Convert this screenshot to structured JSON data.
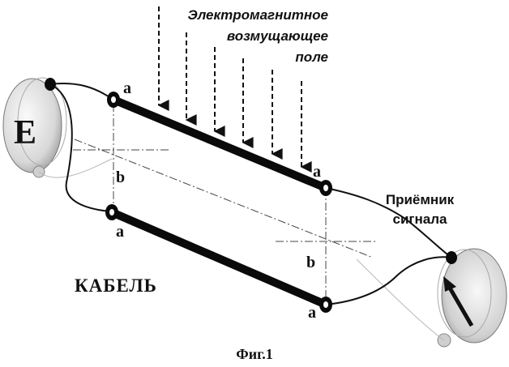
{
  "field_label": [
    "Электромагнитное",
    "возмущающее",
    "поле"
  ],
  "source_label": "E",
  "receiver_label": [
    "Приёмник",
    "сигнала"
  ],
  "cable_label": "КАБЕЛЬ",
  "point_labels": {
    "a": "a",
    "b": "b"
  },
  "caption": "Фиг.1"
}
